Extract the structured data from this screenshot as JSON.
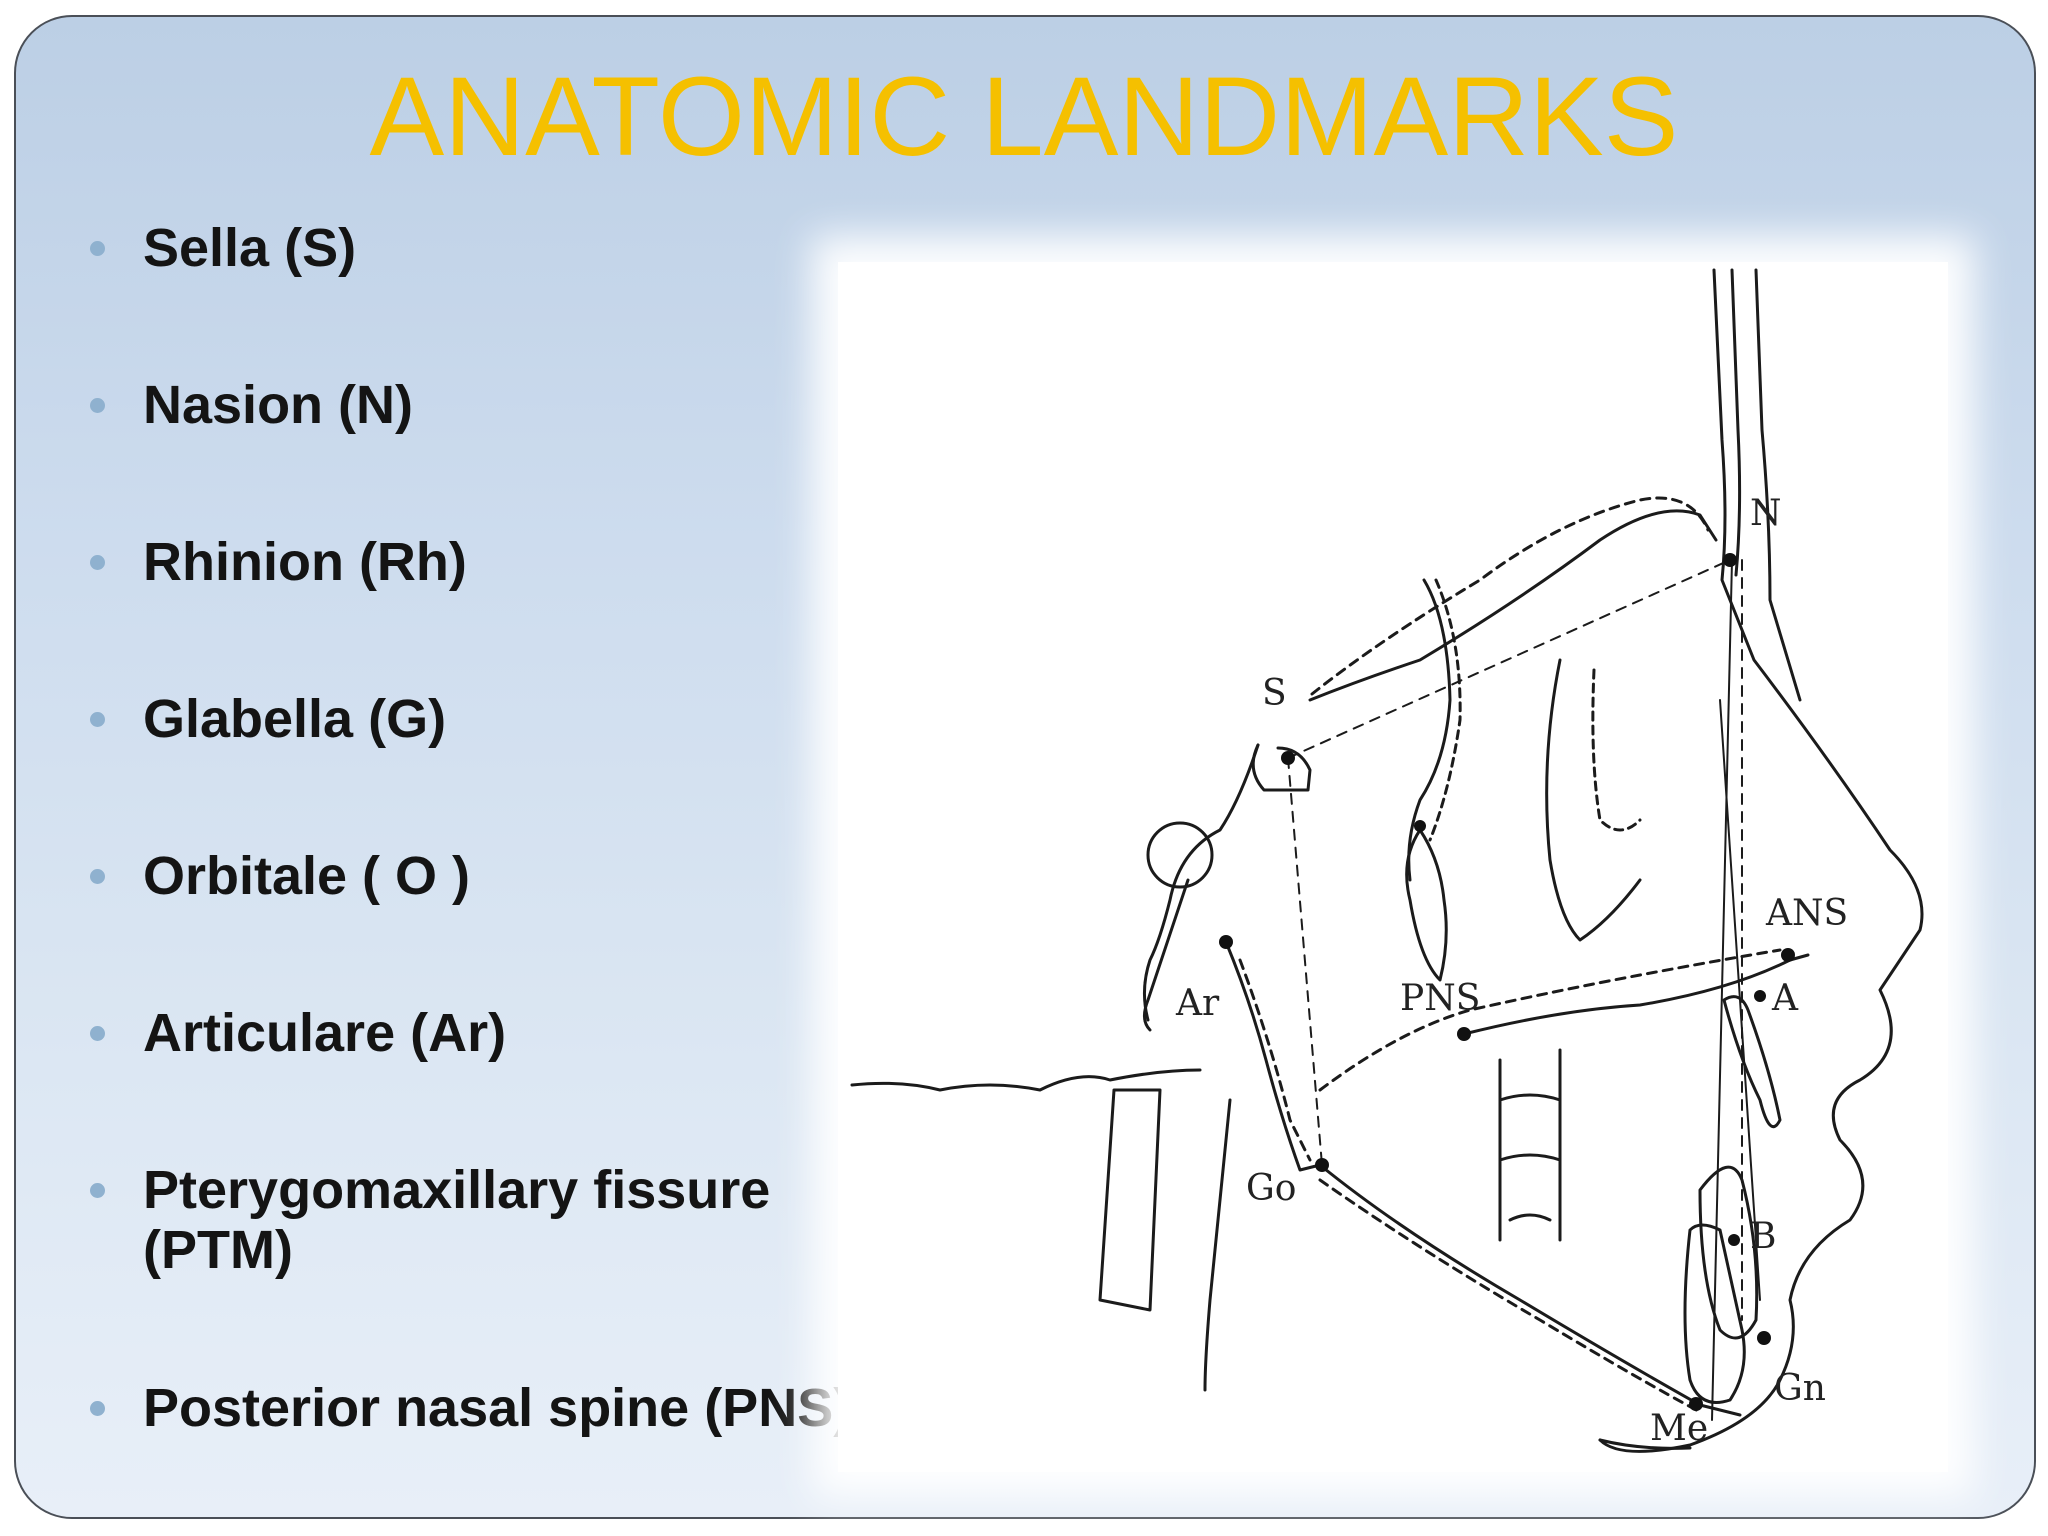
{
  "slide": {
    "title": "ANATOMIC LANDMARKS",
    "title_color": "#f5c000",
    "bullets": [
      "Sella (S)",
      "Nasion (N)",
      "Rhinion (Rh)",
      "Glabella (G)",
      "Orbitale ( O )",
      "Articulare (Ar)",
      "Pterygomaxillary fissure (PTM)",
      "Posterior nasal spine (PNS)"
    ]
  },
  "diagram": {
    "labels": {
      "S": "S",
      "N": "N",
      "ANS": "ANS",
      "A": "A",
      "PNS": "PNS",
      "Ar": "Ar",
      "Go": "Go",
      "B": "B",
      "Gn": "Gn",
      "Me": "Me"
    }
  }
}
